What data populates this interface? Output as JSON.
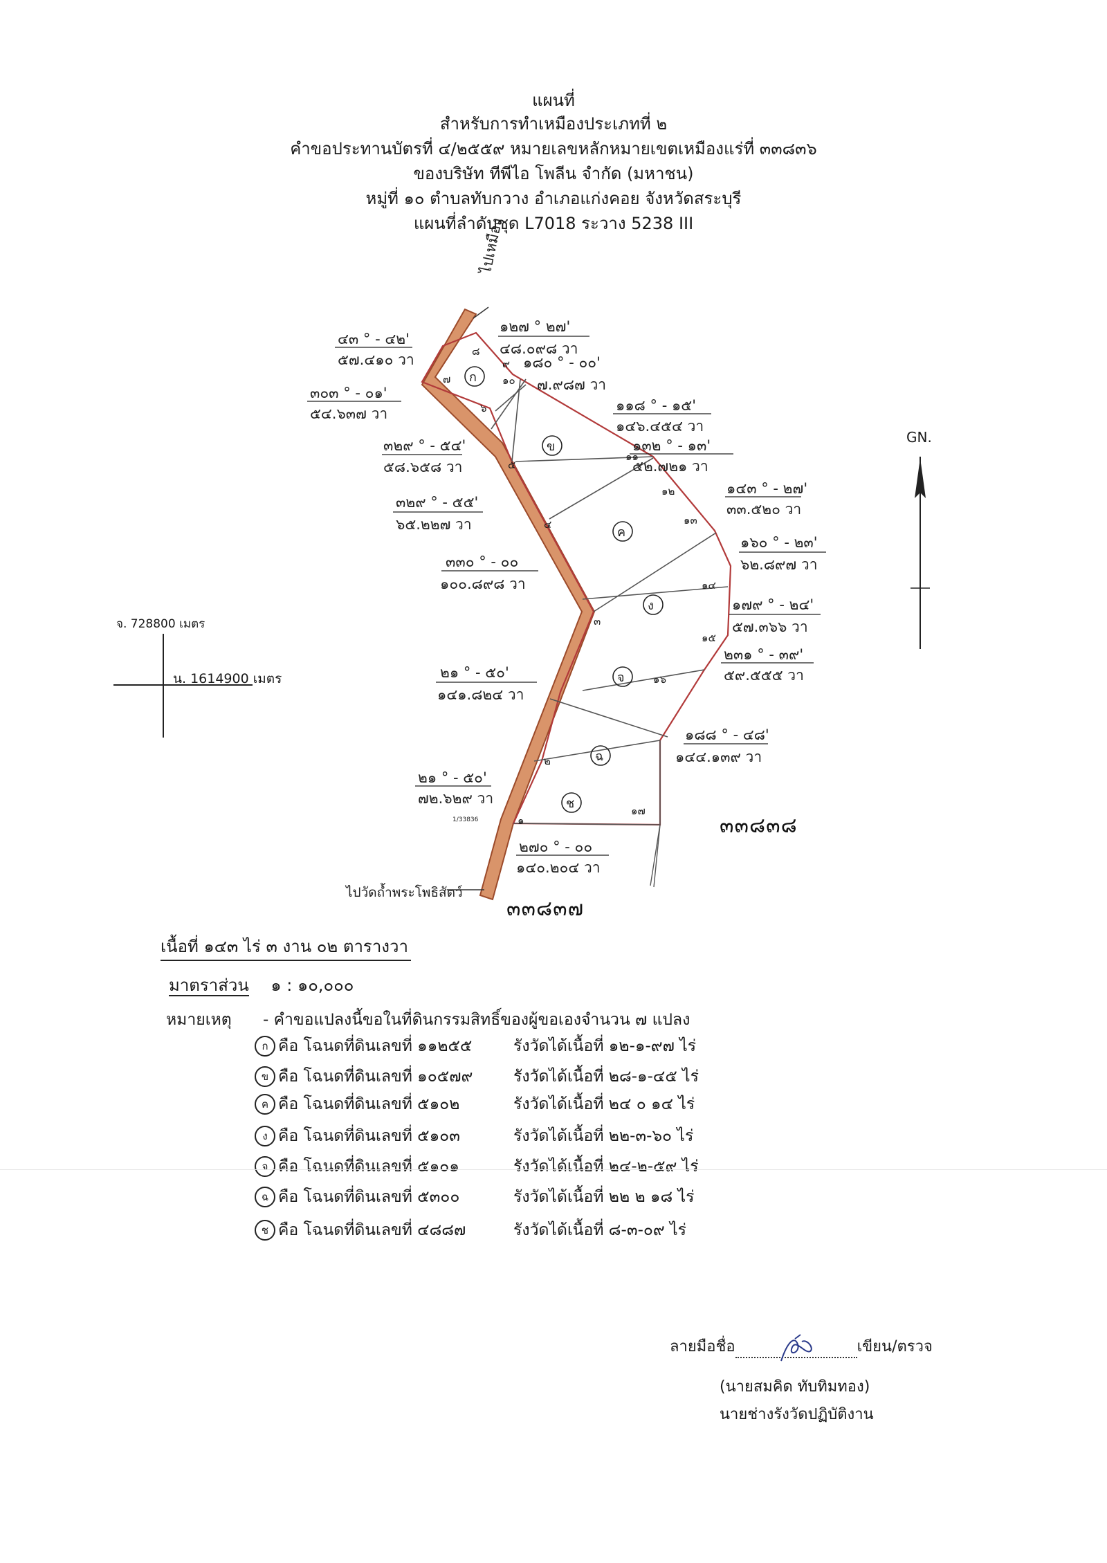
{
  "header": {
    "line1": "แผนที่",
    "line2": "สำหรับการทำเหมืองประเภทที่ ๒",
    "line3": "คำขอประทานบัตรที่ ๔/๒๕๕๙ หมายเลขหลักหมายเขตเหมืองแร่ที่ ๓๓๘๓๖",
    "line4": "ของบริษัท ทีพีไอ โพลีน จำกัด (มหาชน)",
    "line5": "หมู่ที่ ๑๐ ตำบลทับกวาง อำเภอแก่งคอย จังหวัดสระบุรี",
    "line6": "แผนที่ลำดับชุด L7018 ระวาง 5238 III"
  },
  "map": {
    "road_top_label": "ไปเหมือง",
    "road_bottom_label": "ไปวัดถ้ำพระโพธิสัตว์",
    "north_label": "GN.",
    "coord_e": "จ. 728800 เมตร",
    "coord_n": "น. 1614900 เมตร",
    "sheet_right": "๓๓๘๓๘",
    "sheet_bottom": "๓๓๘๓๗",
    "small_ref": "1/33836",
    "parcels": [
      "ก",
      "ข",
      "ค",
      "ง",
      "จ",
      "ฉ",
      "ช"
    ],
    "points": [
      "๑",
      "๒",
      "๓",
      "๔",
      "๕",
      "๖",
      "๗",
      "๘",
      "๙",
      "๑๐",
      "๑๑",
      "๑๒",
      "๑๓",
      "๑๔",
      "๑๕",
      "๑๖",
      "๑๗"
    ],
    "bearings": [
      {
        "angle": "๔๓ ° - ๔๒'",
        "dist": "๕๗.๔๑๐ วา"
      },
      {
        "angle": "๑๒๗ ° ๒๗'",
        "dist": "๔๘.๐๙๘ วา"
      },
      {
        "angle": "๑๘๐ ° - ๐๐'",
        "dist": "๗.๙๘๗ วา"
      },
      {
        "angle": "๓๐๓ ° - ๐๑'",
        "dist": "๕๔.๖๓๗ วา"
      },
      {
        "angle": "๑๑๘ ° - ๑๕'",
        "dist": "๑๔๖.๔๕๔ วา"
      },
      {
        "angle": "๓๒๙ ° - ๕๔'",
        "dist": "๕๘.๖๕๘ วา"
      },
      {
        "angle": "๑๓๒ ° - ๑๓'",
        "dist": "๕๒.๗๒๑ วา"
      },
      {
        "angle": "๓๒๙ ° - ๕๕'",
        "dist": "๖๕.๒๒๗ วา"
      },
      {
        "angle": "๑๔๓ ° - ๒๗'",
        "dist": "๓๓.๕๒๐ วา"
      },
      {
        "angle": "๑๖๐ ° - ๒๓'",
        "dist": "๖๒.๘๙๗ วา"
      },
      {
        "angle": "๓๓๐ ° - ๐๐",
        "dist": "๑๐๐.๘๙๘ วา"
      },
      {
        "angle": "๑๗๙ ° - ๒๔'",
        "dist": "๕๗.๓๖๖ วา"
      },
      {
        "angle": "๒๑ ° - ๕๐'",
        "dist": "๑๔๑.๘๒๔ วา"
      },
      {
        "angle": "๒๓๑ ° - ๓๙'",
        "dist": "๕๙.๕๕๕ วา"
      },
      {
        "angle": "๑๘๘ ° - ๔๘'",
        "dist": "๑๔๔.๑๓๙ วา"
      },
      {
        "angle": "๒๑ ° - ๕๐'",
        "dist": "๗๒.๖๒๙ วา"
      },
      {
        "angle": "๒๗๐ ° - ๐๐",
        "dist": "๑๔๐.๒๐๔ วา"
      }
    ]
  },
  "area": {
    "label": "เนื้อที่",
    "value": "๑๔๓ ไร่ ๓ งาน ๐๒ ตารางวา"
  },
  "scale": {
    "label": "มาตราส่วน",
    "value": "๑ : ๑๐,๐๐๐"
  },
  "remarks": {
    "label": "หมายเหตุ",
    "intro": "- คำขอแปลงนี้ขอในที่ดินกรรมสิทธิ์ของผู้ขอเองจำนวน ๗ แปลง",
    "rows": [
      {
        "mark": "ก",
        "text": "คือ โฉนดที่ดินเลขที่ ๑๑๒๕๕",
        "area": "รังวัดได้เนื้อที่ ๑๒-๑-๙๗ ไร่"
      },
      {
        "mark": "ข",
        "text": "คือ โฉนดที่ดินเลขที่ ๑๐๕๗๙",
        "area": "รังวัดได้เนื้อที่ ๒๘-๑-๔๕ ไร่"
      },
      {
        "mark": "ค",
        "text": "คือ โฉนดที่ดินเลขที่ ๕๑๐๒",
        "area": "รังวัดได้เนื้อที่ ๒๔ ๐ ๑๔ ไร่"
      },
      {
        "mark": "ง",
        "text": "คือ โฉนดที่ดินเลขที่ ๕๑๐๓",
        "area": "รังวัดได้เนื้อที่ ๒๒-๓-๖๐ ไร่"
      },
      {
        "mark": "จ",
        "text": "คือ โฉนดที่ดินเลขที่ ๕๑๐๑",
        "area": "รังวัดได้เนื้อที่ ๒๔-๒-๕๙ ไร่"
      },
      {
        "mark": "ฉ",
        "text": "คือ โฉนดที่ดินเลขที่ ๕๓๐๐",
        "area": "รังวัดได้เนื้อที่ ๒๒ ๒ ๑๘ ไร่"
      },
      {
        "mark": "ช",
        "text": "คือ โฉนดที่ดินเลขที่ ๔๘๘๗",
        "area": "รังวัดได้เนื้อที่ ๘-๓-๐๙ ไร่"
      }
    ]
  },
  "signature": {
    "label_before": "ลายมือชื่อ",
    "label_after": "เขียน/ตรวจ",
    "name": "(นายสมคิด ทับทิมทอง)",
    "position": "นายช่างรังวัดปฏิบัติงาน"
  }
}
